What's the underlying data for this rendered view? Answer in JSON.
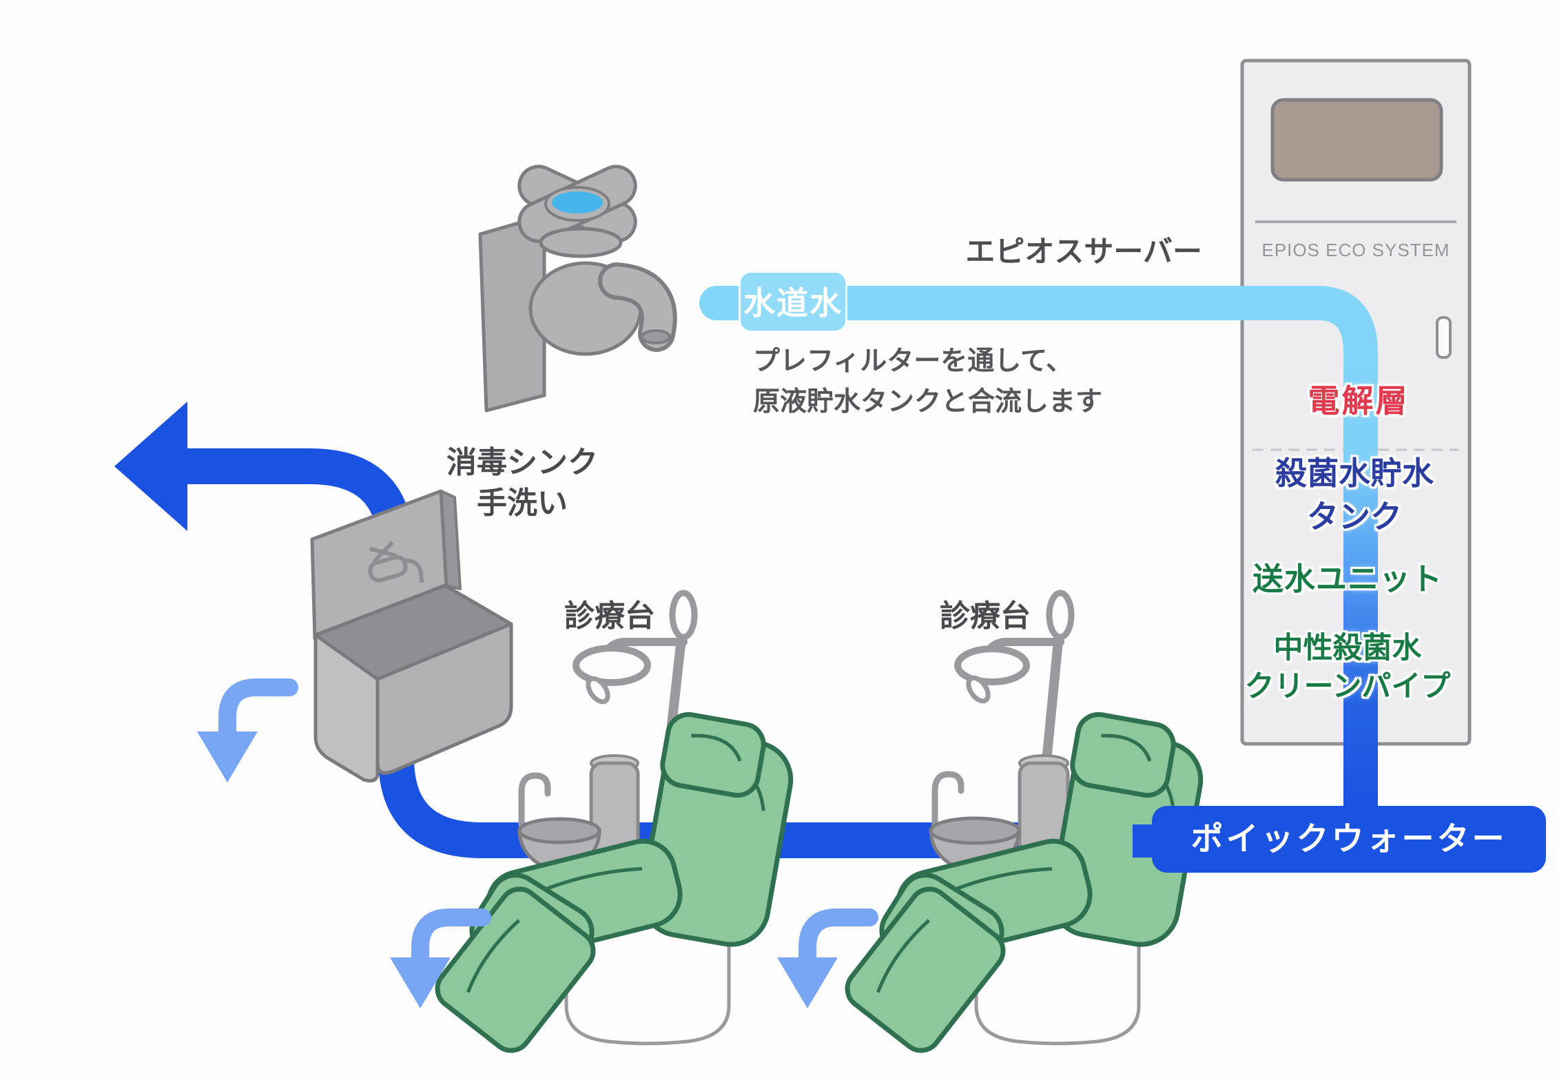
{
  "diagram_title": "EPIOS dental water system diagram",
  "labels": {
    "server_label": "エピオスサーバー",
    "tap_water_badge": "水道水",
    "prefilter_note_line1": "プレフィルターを通して、",
    "prefilter_note_line2": "原液貯水タンクと合流します",
    "cabinet_brand": "EPIOS ECO SYSTEM",
    "electrolysis_layer": "電解層",
    "sterile_tank_line1": "殺菌水貯水",
    "sterile_tank_line2": "タンク",
    "pump_unit": "送水ユニット",
    "clean_pipe_line1": "中性殺菌水",
    "clean_pipe_line2": "クリーンパイプ",
    "sink_label_line1": "消毒シンク",
    "sink_label_line2": "手洗い",
    "chair_left_label": "診療台",
    "chair_right_label": "診療台",
    "poic_water_banner": "ポイックウォーター"
  },
  "colors": {
    "tap_water_pipe": "#84d6f8",
    "tap_water_badge_bg": "#92dcfa",
    "treated_water_pipe": "#1a53e1",
    "poic_banner_bg": "#1a53e1",
    "drain_arrow": "#78a6f4",
    "electrolysis_text": "#e03a4e",
    "sterile_tank_text": "#2c3da0",
    "green_unit_text": "#197a45",
    "chair_green": "#8cc89c",
    "chair_green_stroke": "#2f7050",
    "equipment_gray": "#b3b3b6",
    "cabinet_fill": "#ededef",
    "cabinet_panel_brown": "#a89a91",
    "handle_blue_dot": "#45b5ec"
  }
}
